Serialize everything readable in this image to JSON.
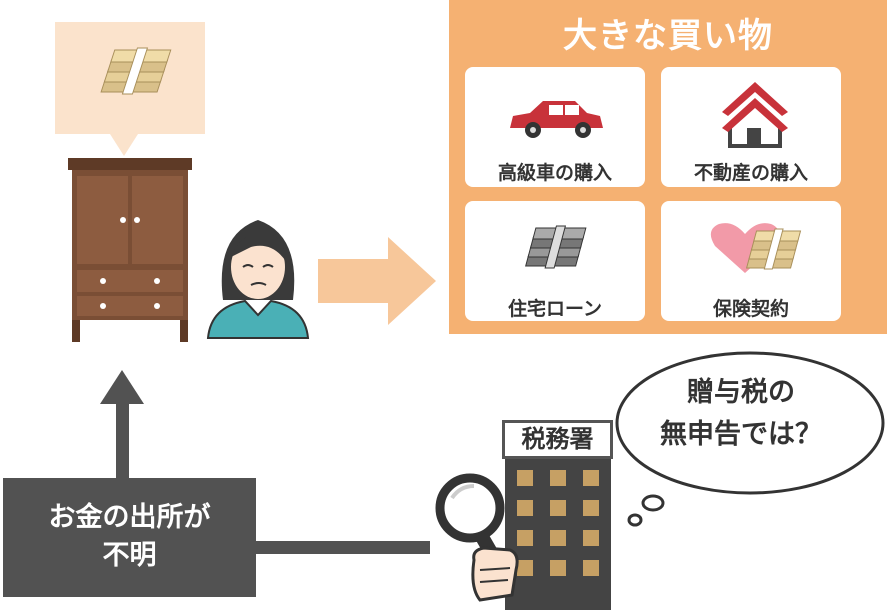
{
  "purchases": {
    "title": "大きな買い物",
    "items": [
      {
        "label": "高級車の購入",
        "icon": "car-icon"
      },
      {
        "label": "不動産の購入",
        "icon": "house-icon"
      },
      {
        "label": "住宅ローン",
        "icon": "cash-stack-icon"
      },
      {
        "label": "保険契約",
        "icon": "heart-cash-icon"
      }
    ]
  },
  "note": {
    "line1": "お金の出所が",
    "line2": "不明"
  },
  "tax_office": {
    "sign": "税務署"
  },
  "thought": {
    "line1": "贈与税の",
    "line2": "無申告では？"
  },
  "colors": {
    "panel": "#f5b172",
    "arrow": "#f7c79a",
    "dark": "#525252",
    "wood": "#7a4e35"
  }
}
